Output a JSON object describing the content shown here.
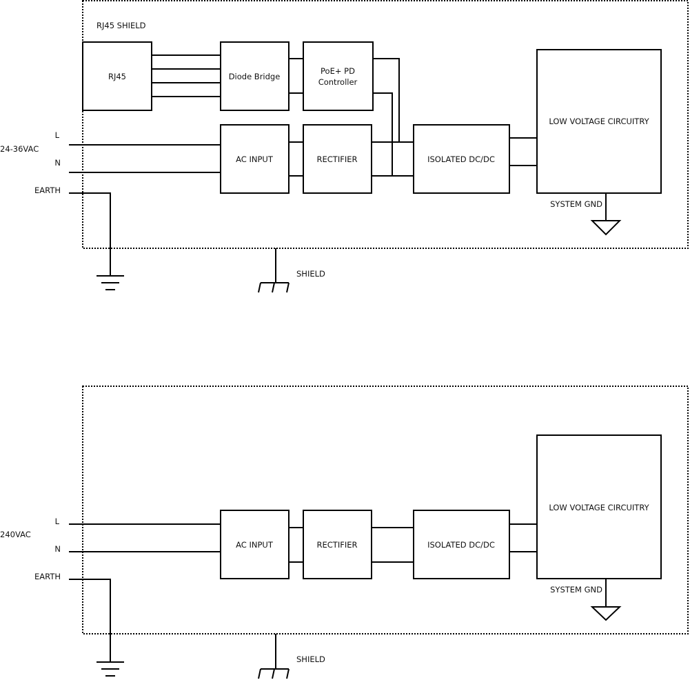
{
  "diagrams": [
    {
      "id": "poe-plus-ac",
      "shield_label": "RJ45 SHIELD",
      "supply_label": "24-36VAC",
      "line_labels": {
        "l": "L",
        "n": "N",
        "earth": "EARTH"
      },
      "blocks": {
        "rj45": "RJ45",
        "diode_bridge": "Diode Bridge",
        "poe_controller": [
          "PoE+  PD",
          "Controller"
        ],
        "ac_input": "AC INPUT",
        "rectifier": "RECTIFIER",
        "isolated_dcdc": "ISOLATED DC/DC",
        "low_voltage": "LOW VOLTAGE CIRCUITRY"
      },
      "system_gnd_label": "SYSTEM GND",
      "shield_ground_label": "SHIELD"
    },
    {
      "id": "ac-only",
      "supply_label": "240VAC",
      "line_labels": {
        "l": "L",
        "n": "N",
        "earth": "EARTH"
      },
      "blocks": {
        "ac_input": "AC INPUT",
        "rectifier": "RECTIFIER",
        "isolated_dcdc": "ISOLATED DC/DC",
        "low_voltage": "LOW VOLTAGE CIRCUITRY"
      },
      "system_gnd_label": "SYSTEM GND",
      "shield_ground_label": "SHIELD"
    }
  ]
}
